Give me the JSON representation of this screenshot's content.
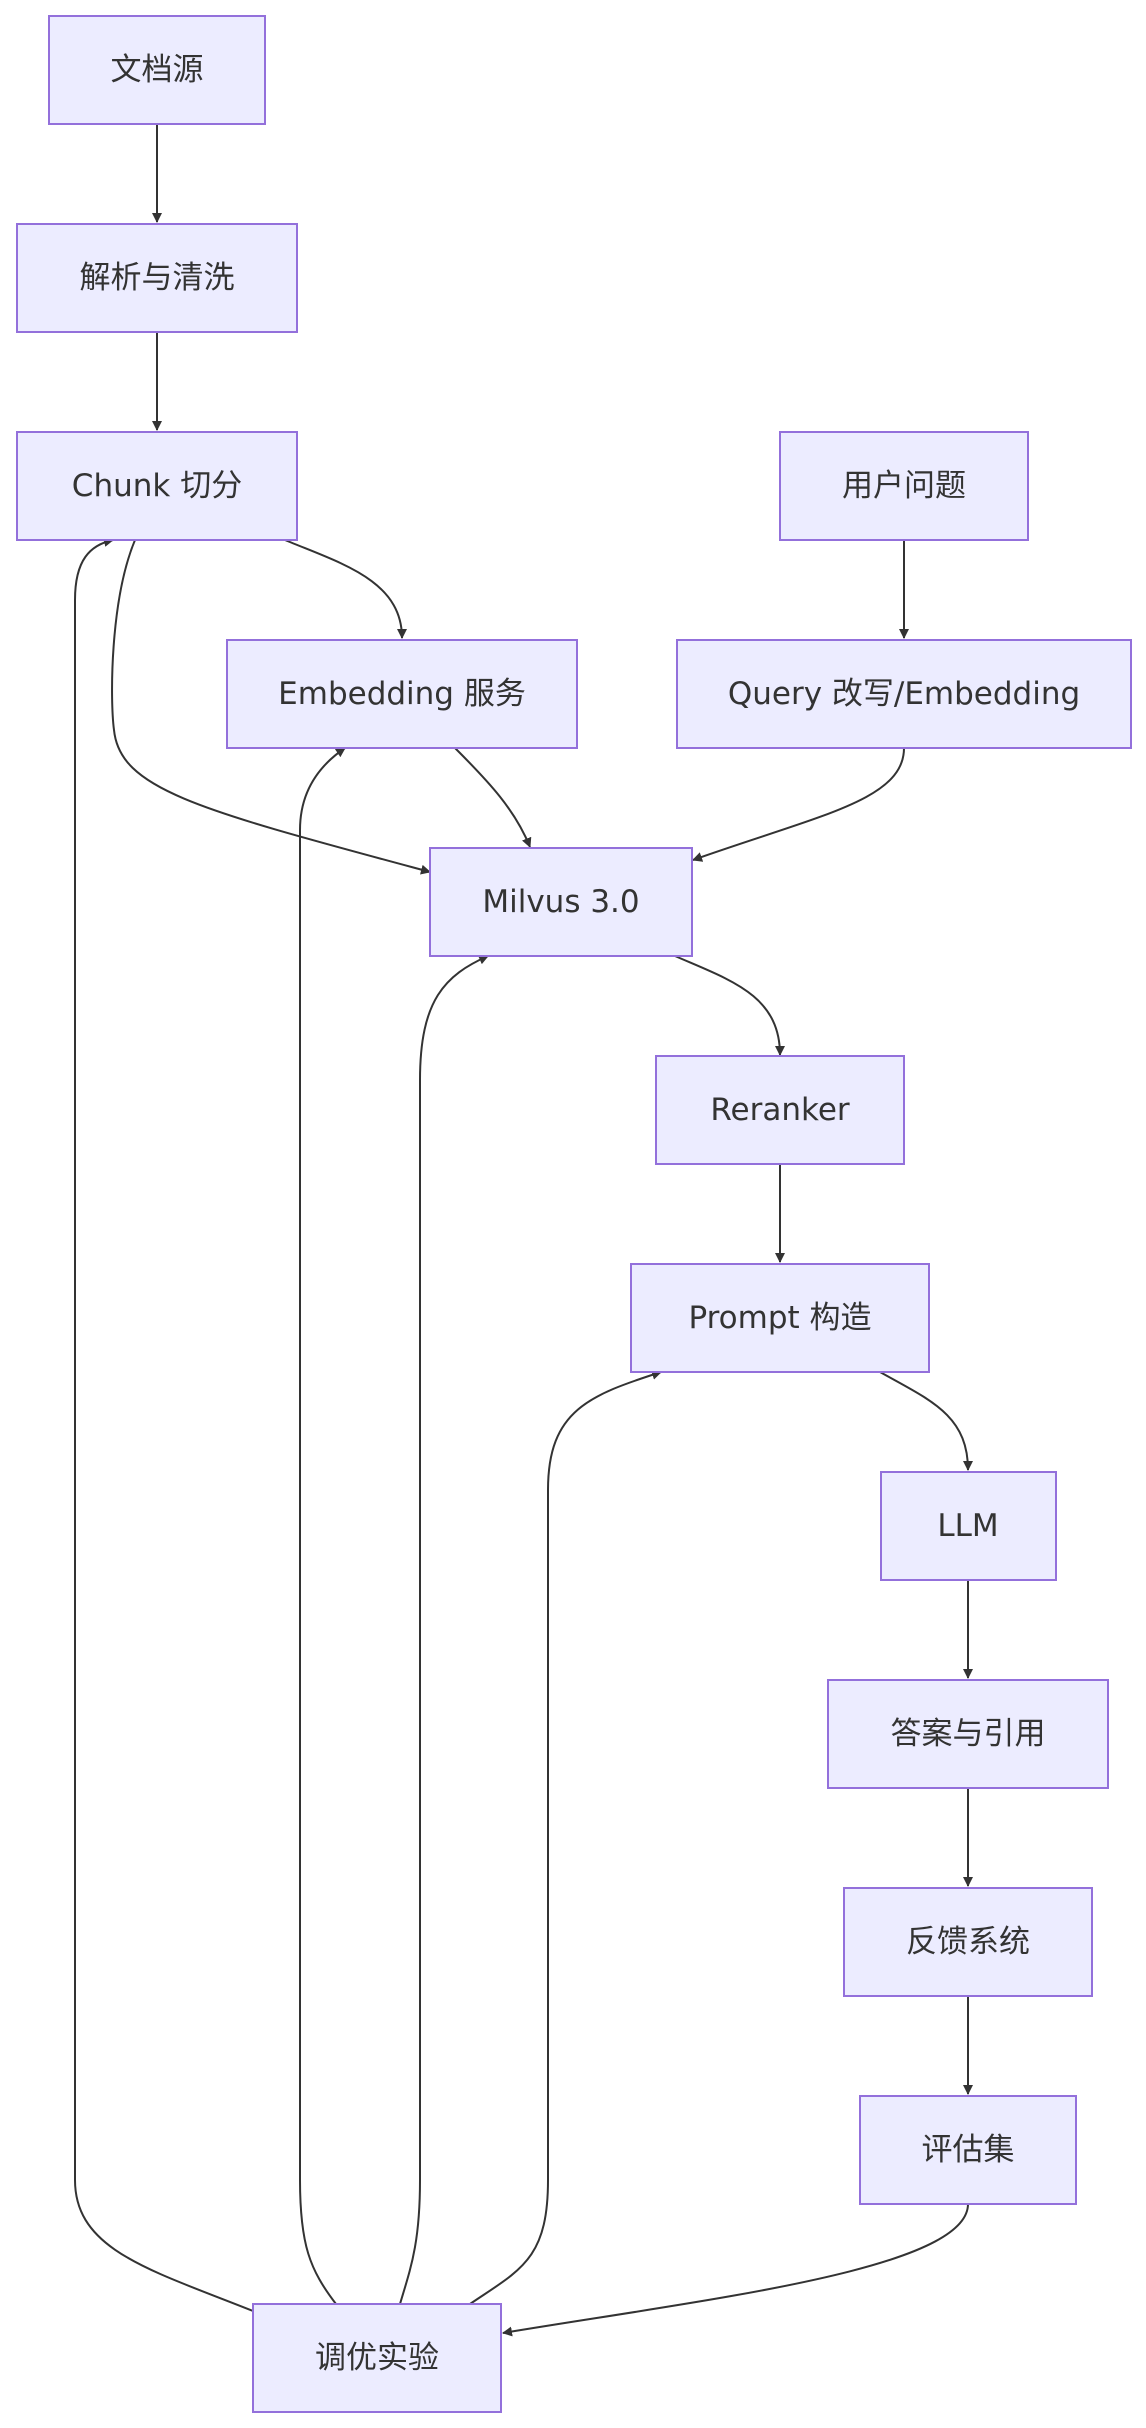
{
  "diagram": {
    "nodes": {
      "doc_source": "文档源",
      "parse_clean": "解析与清洗",
      "chunk": "Chunk 切分",
      "embedding": "Embedding 服务",
      "user_question": "用户问题",
      "query_rewrite": "Query 改写/Embedding",
      "milvus": "Milvus 3.0",
      "reranker": "Reranker",
      "prompt": "Prompt 构造",
      "llm": "LLM",
      "answer": "答案与引用",
      "feedback": "反馈系统",
      "eval_set": "评估集",
      "tuning": "调优实验"
    },
    "edges": [
      {
        "from": "doc_source",
        "to": "parse_clean"
      },
      {
        "from": "parse_clean",
        "to": "chunk"
      },
      {
        "from": "chunk",
        "to": "embedding"
      },
      {
        "from": "chunk",
        "to": "milvus"
      },
      {
        "from": "embedding",
        "to": "milvus"
      },
      {
        "from": "user_question",
        "to": "query_rewrite"
      },
      {
        "from": "query_rewrite",
        "to": "milvus"
      },
      {
        "from": "milvus",
        "to": "reranker"
      },
      {
        "from": "reranker",
        "to": "prompt"
      },
      {
        "from": "prompt",
        "to": "llm"
      },
      {
        "from": "llm",
        "to": "answer"
      },
      {
        "from": "answer",
        "to": "feedback"
      },
      {
        "from": "feedback",
        "to": "eval_set"
      },
      {
        "from": "eval_set",
        "to": "tuning"
      },
      {
        "from": "tuning",
        "to": "chunk"
      },
      {
        "from": "tuning",
        "to": "embedding"
      },
      {
        "from": "tuning",
        "to": "milvus"
      },
      {
        "from": "tuning",
        "to": "prompt"
      }
    ]
  }
}
